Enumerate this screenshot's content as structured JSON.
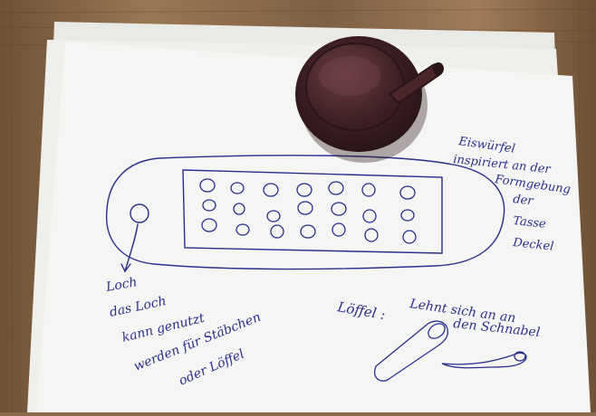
{
  "colors": {
    "table_wood": "#8b6a47",
    "paper": "#f4f4f2",
    "ink": "#2a2f8c",
    "lid": "#3a1f22"
  },
  "notes": {
    "eiswurfel": [
      "Eiswürfel",
      "inspiriert an der",
      "Formgebung",
      "der",
      "Tasse",
      "Deckel"
    ],
    "loch": [
      "Loch",
      "das Loch",
      "kann genutzt",
      "werden für Stäbchen",
      "oder Löffel"
    ],
    "loeffel": {
      "label": "Löffel :",
      "text": [
        "Lehnt sich an an",
        "den Schnabel"
      ]
    }
  }
}
